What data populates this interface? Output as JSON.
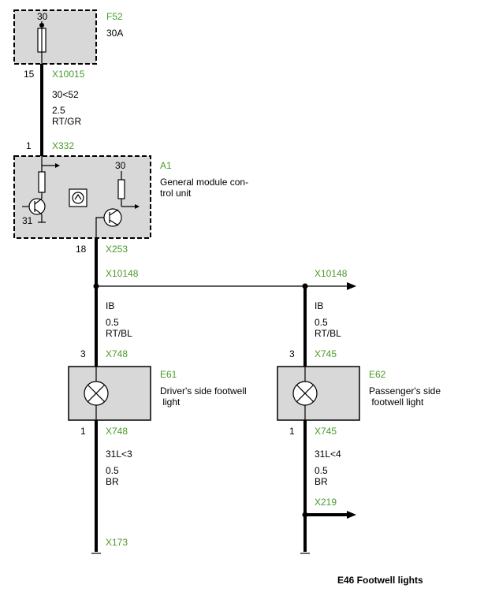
{
  "fuse": {
    "pin_top": "30",
    "id": "F52",
    "rating": "30A",
    "pin_bottom": "15",
    "connector": "X10015"
  },
  "wire_fuse_module": {
    "circuit": "30<52",
    "size": "2.5",
    "color": "RT/GR"
  },
  "module": {
    "pin_in": "1",
    "connector_in": "X332",
    "id": "A1",
    "desc_line1": "General module con-",
    "desc_line2": "trol unit",
    "internal_pin_30": "30",
    "internal_pin_31": "31",
    "pin_out": "18",
    "connector_out": "X253"
  },
  "splice": {
    "id": "X10148",
    "id_right": "X10148"
  },
  "wire_left_upper": {
    "circuit": "IB",
    "size": "0.5",
    "color": "RT/BL"
  },
  "wire_right_upper": {
    "circuit": "IB",
    "size": "0.5",
    "color": "RT/BL"
  },
  "lamp_left": {
    "pin_top": "3",
    "connector_top": "X748",
    "id": "E61",
    "desc_line1": "Driver's side footwell",
    "desc_line2": " light",
    "pin_bottom": "1",
    "connector_bottom": "X748"
  },
  "lamp_right": {
    "pin_top": "3",
    "connector_top": "X745",
    "id": "E62",
    "desc_line1": "Passenger's side",
    "desc_line2": " footwell light",
    "pin_bottom": "1",
    "connector_bottom": "X745"
  },
  "wire_left_lower": {
    "circuit": "31L<3",
    "size": "0.5",
    "color": "BR"
  },
  "wire_right_lower": {
    "circuit": "31L<4",
    "size": "0.5",
    "color": "BR"
  },
  "ground_left": "X173",
  "ground_right": "X219",
  "caption": "E46 Footwell lights"
}
